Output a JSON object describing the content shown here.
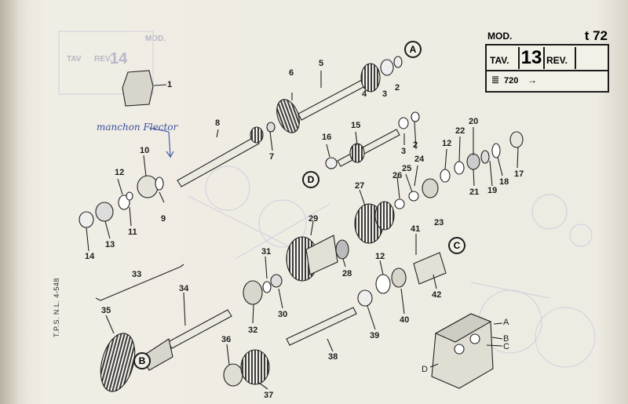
{
  "title_block": {
    "mod_label": "MOD.",
    "mod_value": "t 72",
    "tav_label": "TAV.",
    "tav_number": "13",
    "rev_label": "REV.",
    "ref_number": "720",
    "ref_arrow": "→"
  },
  "handwritten_note": "manchon Flector",
  "print_code": "T.P.S. N.L. 4-548",
  "ghost_text": {
    "mod": "MOD.",
    "tav": "TAV",
    "rev": "REV.",
    "tav_num": "14"
  },
  "callouts": {
    "A": "A",
    "B": "B",
    "C": "C",
    "D": "D"
  },
  "housing_labels": {
    "A": "A",
    "B": "B",
    "C": "C",
    "D": "D"
  },
  "parts": [
    "1",
    "2",
    "3",
    "4",
    "5",
    "6",
    "7",
    "8",
    "9",
    "10",
    "11",
    "12",
    "13",
    "14",
    "15",
    "16",
    "17",
    "18",
    "19",
    "20",
    "21",
    "22",
    "23",
    "24",
    "25",
    "26",
    "27",
    "28",
    "29",
    "30",
    "31",
    "32",
    "33",
    "34",
    "35",
    "36",
    "37",
    "38",
    "39",
    "40",
    "41",
    "42"
  ],
  "dup": {
    "p2": "2",
    "p3": "3",
    "p12a": "12",
    "p12b": "12"
  }
}
